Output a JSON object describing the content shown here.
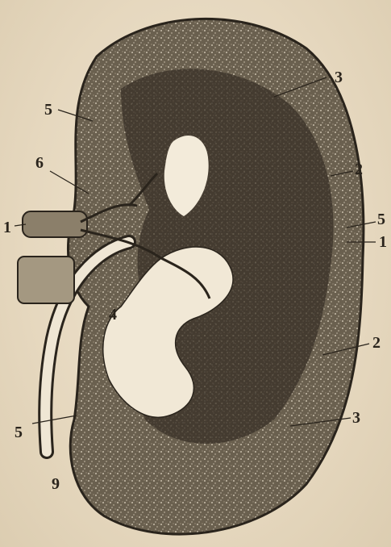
{
  "figure": {
    "labels": {
      "top_3": "3",
      "upper_left_5": "5",
      "label_6": "6",
      "label_1_left": "1",
      "label_2_right_top": "2",
      "label_5_right": "5",
      "label_1_right": "1",
      "label_4": "4",
      "label_2_right": "2",
      "label_5_lower_left": "5",
      "label_3_lower": "3",
      "label_9": "9"
    },
    "colors": {
      "paper": "#e8dcc6",
      "ink": "#2a241c",
      "cortex": "#5e5447",
      "medulla": "#3a3228",
      "sinus": "#f1e8d6"
    }
  }
}
